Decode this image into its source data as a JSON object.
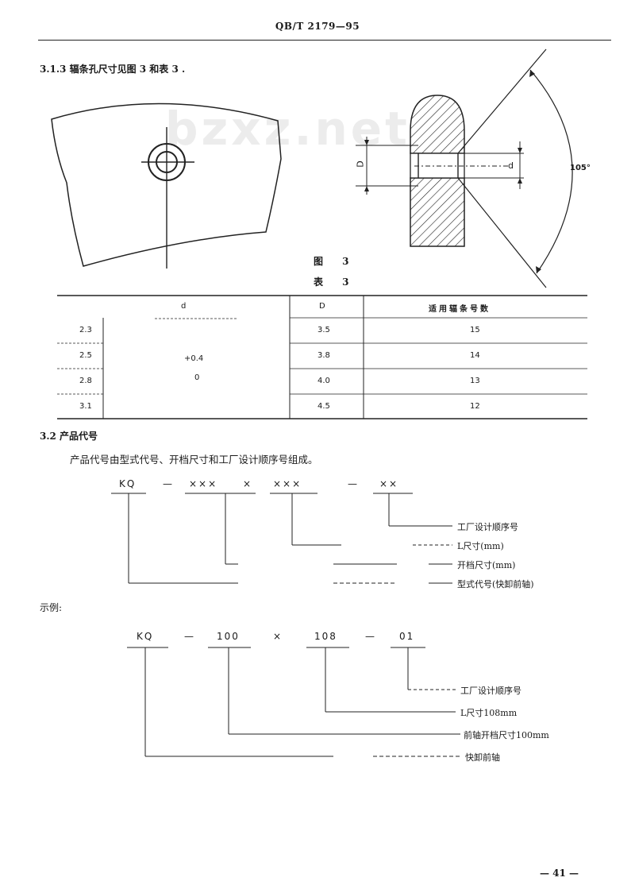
{
  "header": {
    "doc_code": "QB/T 2179—95"
  },
  "watermark": "bzxz.net",
  "section_313": {
    "title": "3.1.3  辐条孔尺寸见图 3 和表 3 ."
  },
  "figure": {
    "caption": "图 3",
    "dim_D": "D",
    "dim_d": "d",
    "angle": "105°"
  },
  "table": {
    "caption": "表 3",
    "headers": {
      "d": "d",
      "D": "D",
      "spoke": "适用辐条号数"
    },
    "tolerance_upper": "+0.4",
    "tolerance_lower": "0",
    "rows": [
      {
        "d": "2.3",
        "D": "3.5",
        "spoke": "15"
      },
      {
        "d": "2.5",
        "D": "3.8",
        "spoke": "14"
      },
      {
        "d": "2.8",
        "D": "4.0",
        "spoke": "13"
      },
      {
        "d": "3.1",
        "D": "4.5",
        "spoke": "12"
      }
    ]
  },
  "section_32": {
    "title": "3.2  产品代号",
    "body": "产品代号由型式代号、开档尺寸和工厂设计顺序号组成。"
  },
  "code_diagram": {
    "parts": [
      "KQ",
      "—",
      "×××",
      "×",
      "×××",
      "—",
      "××"
    ],
    "labels": [
      "工厂设计顺序号",
      "L尺寸(mm)",
      "开档尺寸(mm)",
      "型式代号(快卸前轴)"
    ]
  },
  "example": {
    "label": "示例:",
    "parts": [
      "KQ",
      "—",
      "100",
      "×",
      "108",
      "—",
      "01"
    ],
    "labels": [
      "工厂设计顺序号",
      "L尺寸108mm",
      "前轴开档尺寸100mm",
      "快卸前轴"
    ]
  },
  "footer": {
    "page_number": "— 41 —"
  }
}
